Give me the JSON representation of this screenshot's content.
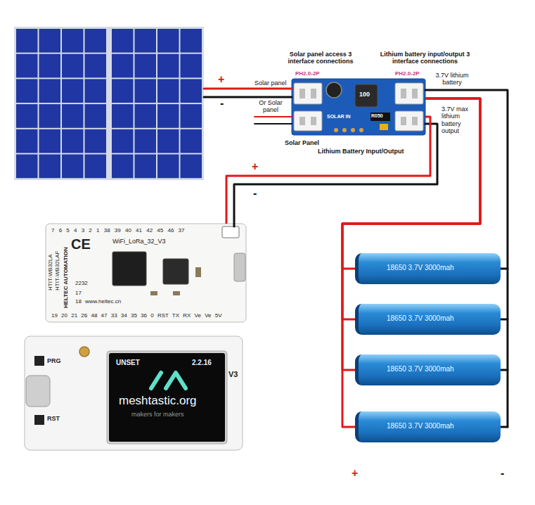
{
  "diagram": {
    "nodes": [
      {
        "text": [
          "SOLAR IN",
          "100",
          "R050"
        ]
      },
      {
        "text": [
          "7 6 5 4 3 2 1 38 39 40 41 42 45 46 37",
          "WiFi_LoRa_32_V3",
          "HTIT-WB32LA",
          "HTIT-WB32LAF",
          "CE",
          "HELTEC AUTOMATION",
          "2232",
          "17",
          "18",
          "www.heltec.cn",
          "19 20 21 26 48 47 33 34 35 36 0 RST TX RX Ve Ve 5V"
        ]
      },
      {
        "text": [
          "PRG",
          "UNSET",
          "2.2.16",
          "V3",
          "meshtastic.org",
          "makers for makers",
          "RST"
        ]
      },
      {
        "text": [
          "18650 3.7V 3000mah"
        ]
      },
      {
        "text": [
          "18650 3.7V 3000mah"
        ]
      },
      {
        "text": [
          "18650 3.7V 3000mah"
        ]
      },
      {
        "text": [
          "18650 3.7V 3000mah"
        ]
      }
    ],
    "edges": [
      {
        "from": 0,
        "to": 1,
        "arrow": "none"
      },
      {
        "from": 0,
        "to": 3,
        "arrow": "none"
      },
      {
        "from": 0,
        "to": 4,
        "arrow": "none"
      },
      {
        "from": 0,
        "to": 5,
        "arrow": "none"
      },
      {
        "from": 0,
        "to": 6,
        "arrow": "none"
      }
    ],
    "labels": [
      "+",
      "-",
      "Solar panel access 3 interface connections",
      "Lithium battery input/output 3 interface connections",
      "PH2.0-2P",
      "PH2.0-2P",
      "Solar panel",
      "3.7V lithium battery",
      "Or Solar panel",
      "3.7V max lithium battery output",
      "Solar Panel",
      "Lithium Battery Input/Output",
      "+",
      "-",
      "+",
      "-"
    ]
  }
}
